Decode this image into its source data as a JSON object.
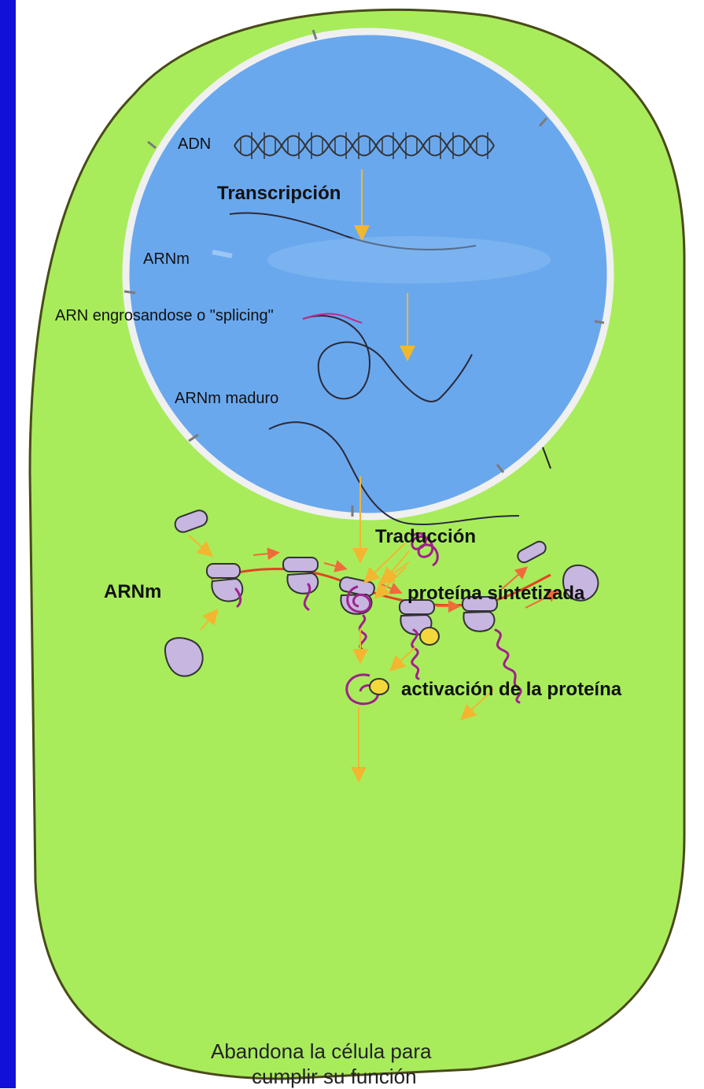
{
  "colors": {
    "left_bar": "#1010d8",
    "cytoplasm": "#a8ec5c",
    "nucleus": "#6aa8ee",
    "nuclear_envelope": "#f0f0f0",
    "arrow": "#f2b630",
    "ribosome": "#c7b6e0",
    "protein_chain": "#a0208c",
    "cofactor": "#f2d83c",
    "mrna_strand": "#2a2a3a"
  },
  "labels": {
    "adn": "ADN",
    "transcripcion": "Transcripción",
    "arnm_nucleus": "ARNm",
    "splicing": "ARN engrosandose o \"splicing\"",
    "arnm_maduro": "ARNm maduro",
    "traduccion": "Traducción",
    "arnm_cytoplasm": "ARNm",
    "proteina_sintetizada": "proteína sintetizada",
    "activacion": "activación de la proteína",
    "abandona_line1": "Abandona la célula para",
    "abandona_line2": "cumplir su función"
  }
}
